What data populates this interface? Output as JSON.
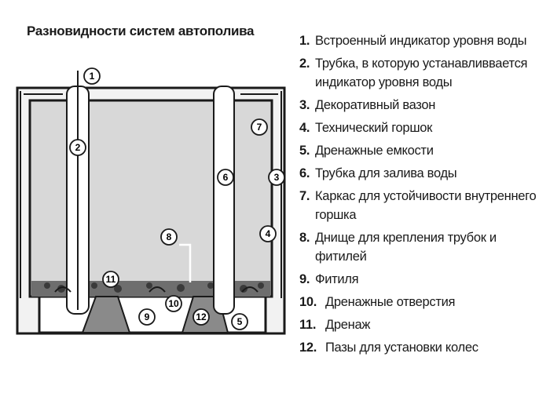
{
  "title": "Разновидности систем автополива",
  "legend": [
    {
      "num": "1.",
      "text": "Встроенный индикатор уровня воды"
    },
    {
      "num": "2.",
      "text": "Трубка, в которую устанавливвается индикатор уровня воды"
    },
    {
      "num": "3.",
      "text": "Декоративный вазон"
    },
    {
      "num": "4.",
      "text": "Технический горшок"
    },
    {
      "num": "5.",
      "text": "Дренажные емкости"
    },
    {
      "num": "6.",
      "text": "Трубка для залива воды"
    },
    {
      "num": "7.",
      "text": "Каркас для устойчивости внутреннего горшка"
    },
    {
      "num": "8.",
      "text": "Днище для крепления трубок и фитилей"
    },
    {
      "num": "9.",
      "text": "Фитиля"
    },
    {
      "num": "10.",
      "text": "Дренажные отверстия"
    },
    {
      "num": "11.",
      "text": "Дренаж"
    },
    {
      "num": "12.",
      "text": "Пазы для установки колес"
    }
  ],
  "callouts": [
    "1",
    "2",
    "3",
    "4",
    "5",
    "6",
    "7",
    "8",
    "9",
    "10",
    "11",
    "12"
  ],
  "colors": {
    "stroke": "#1a1a1a",
    "soil": "#d6d6d6",
    "feet": "#8a8a8a",
    "panel": "#ffffff"
  }
}
